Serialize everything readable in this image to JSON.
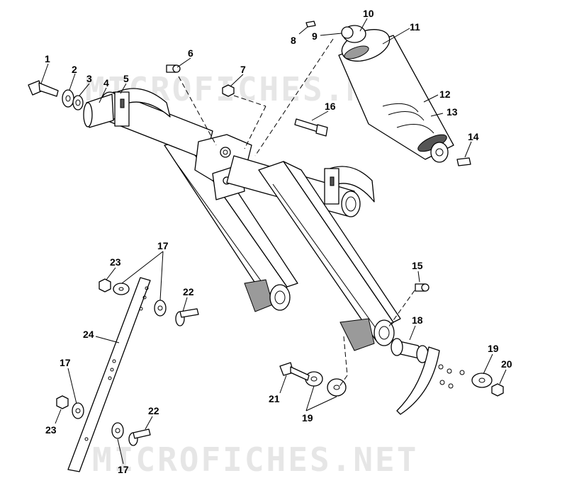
{
  "watermarks": [
    "MICROFICHES.NET",
    "MICROFICHES.NET"
  ],
  "callouts": {
    "c1": "1",
    "c2": "2",
    "c3": "3",
    "c4": "4",
    "c5": "5",
    "c6": "6",
    "c7": "7",
    "c8": "8",
    "c9": "9",
    "c10": "10",
    "c11": "11",
    "c12": "12",
    "c13": "13",
    "c14": "14",
    "c15": "15",
    "c16": "16",
    "c17a": "17",
    "c17b": "17",
    "c17c": "17",
    "c18": "18",
    "c19a": "19",
    "c19b": "19",
    "c20": "20",
    "c21": "21",
    "c22a": "22",
    "c22b": "22",
    "c23a": "23",
    "c23b": "23",
    "c24": "24"
  }
}
